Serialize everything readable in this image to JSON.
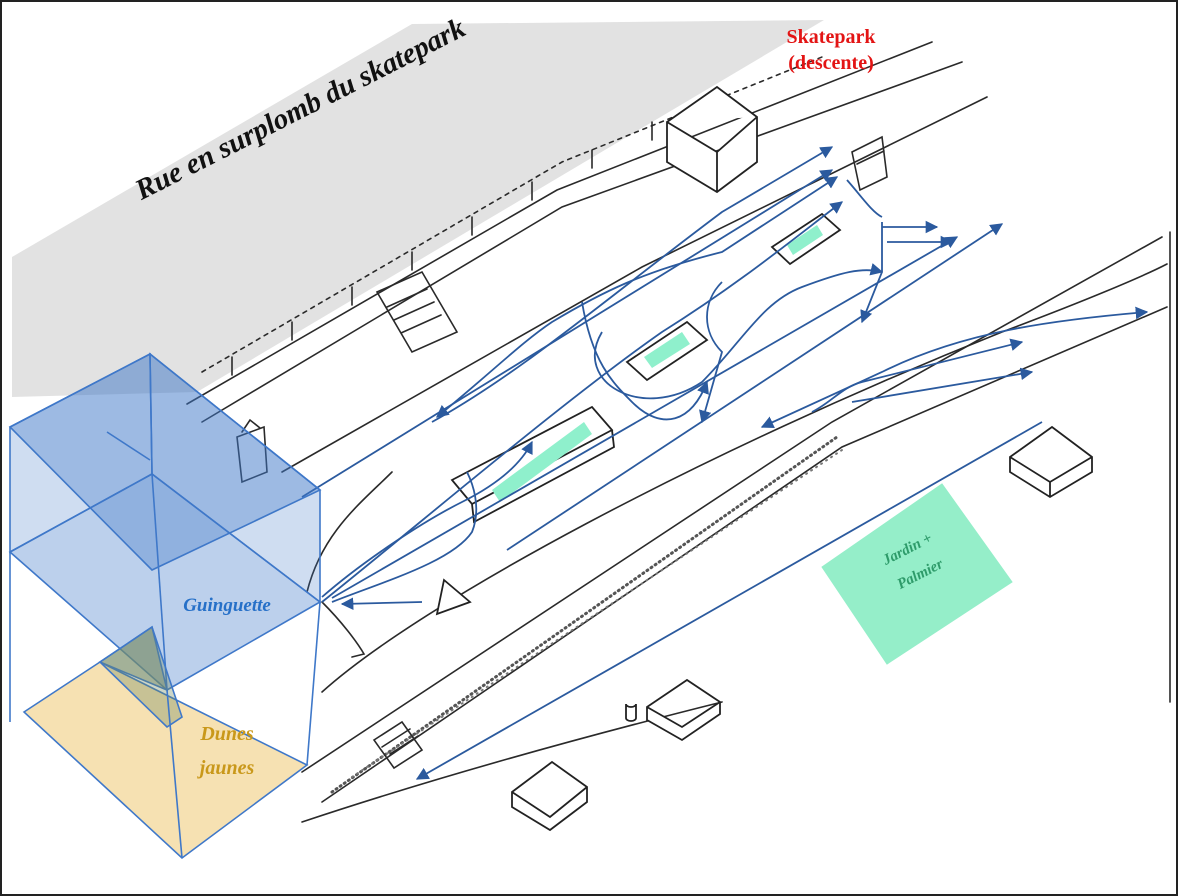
{
  "labels": {
    "street": "Rue en surplomb du skatepark",
    "skatepark_line1": "Skatepark",
    "skatepark_line2": "(descente)",
    "guinguette": "Guinguette",
    "dunes_line1": "Dunes",
    "dunes_line2": "jaunes",
    "jardin_line1": "Jardin +",
    "jardin_line2": "Palmier"
  },
  "colors": {
    "street_band": "#e2e2e2",
    "flow_arrows": "#2b5a9e",
    "guinguette_zone": "#3f78c9",
    "dunes_zone": "#f5deaa",
    "jardin_zone": "#95eec9",
    "skatepark_text": "#e31414",
    "sketch_ink": "#2a2a2a"
  }
}
